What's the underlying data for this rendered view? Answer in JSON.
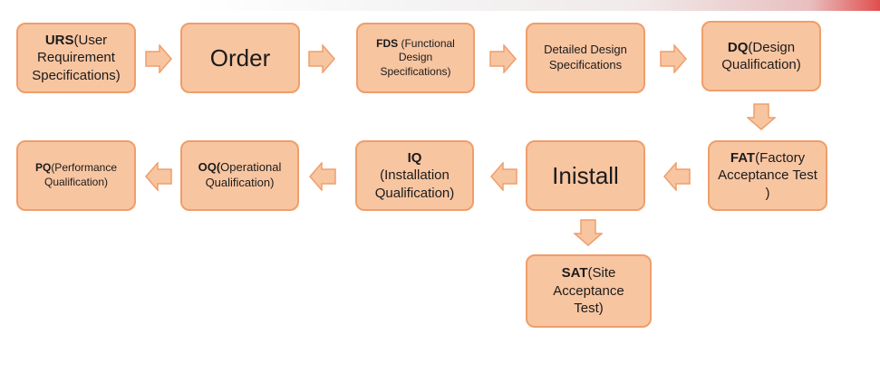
{
  "boxes": {
    "urs": {
      "abbr": "URS",
      "text": "(User Requirement Specifications)"
    },
    "order": {
      "text": "Order"
    },
    "fds": {
      "abbr": "FDS",
      "text": " (Functional Design Specifications)"
    },
    "dds": {
      "text": "Detailed Design Specifications"
    },
    "dq": {
      "abbr": "DQ",
      "text": "(Design Qualification)"
    },
    "fat": {
      "abbr": "FAT",
      "text": "(Factory Acceptance Test )"
    },
    "install": {
      "text": "Inistall"
    },
    "iq": {
      "abbr": "IQ",
      "text": "(Installation Qualification)"
    },
    "oq": {
      "abbr": "OQ(",
      "text": "Operational Qualification)"
    },
    "pq": {
      "abbr": "PQ",
      "text": "(Performance Qualification)"
    },
    "sat": {
      "abbr": "SAT",
      "text": "(Site Acceptance Test)"
    }
  },
  "colors": {
    "box_fill": "#f8c5a1",
    "box_border": "#ef9e6a",
    "arrow_fill": "#f8c5a1",
    "arrow_stroke": "#ef9e6a"
  }
}
